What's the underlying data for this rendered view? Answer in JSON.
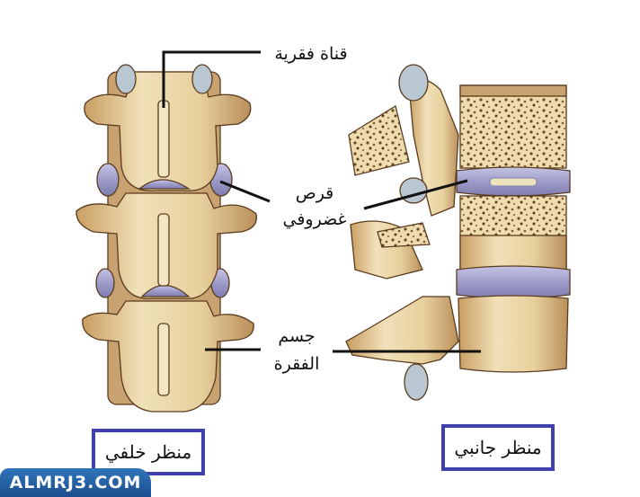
{
  "diagram": {
    "title": "Vertebrae anatomy - posterior and lateral views",
    "labels": {
      "spinal_canal": "قناة فقرية",
      "disc_line1": "قرص",
      "disc_line2": "غضروفي",
      "body_line1": "جسم",
      "body_line2": "الفقرة"
    },
    "views": {
      "posterior": "منظر خلفي",
      "lateral": "منظر جانبي"
    },
    "watermark": "ALMRJ3.COM",
    "colors": {
      "bone": "#e8d3a3",
      "bone_shadow": "#b98f5a",
      "bone_outline": "#5a3b1e",
      "disc": "#9d9cc8",
      "cartilage": "#b9c7d3",
      "box_border": "#3f3fae",
      "leader_line": "#111111",
      "logo_bg": "#1f5a9c"
    }
  }
}
